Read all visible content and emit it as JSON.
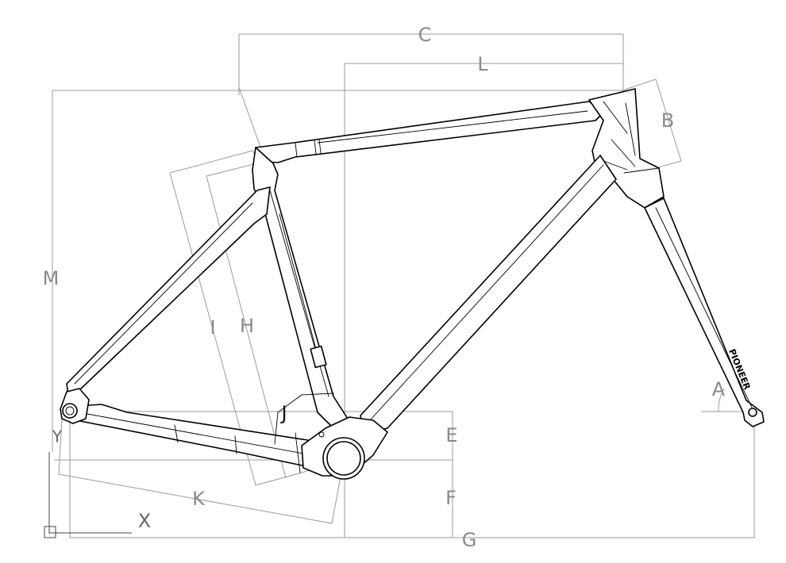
{
  "labels": {
    "a": "A",
    "b": "B",
    "c": "C",
    "e": "E",
    "f": "F",
    "g": "G",
    "h": "H",
    "i": "I",
    "j": "J",
    "k": "K",
    "l": "L",
    "m": "M"
  },
  "axes": {
    "x": "X",
    "y": "Y"
  },
  "brand": "PIONEER",
  "colors": {
    "frame": "#000000",
    "dimension": "#9a9a9a",
    "label": "#8a8a8a",
    "highlight_label": "#111111"
  }
}
